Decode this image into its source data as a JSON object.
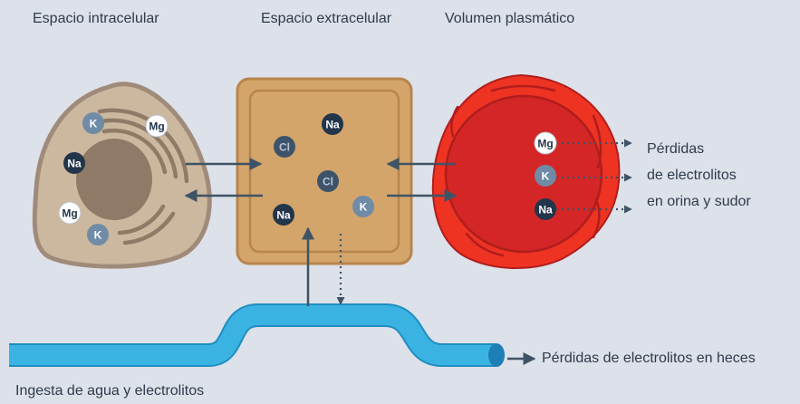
{
  "labels": {
    "intracellular": "Espacio intracelular",
    "extracellular": "Espacio extracelular",
    "plasma": "Volumen plasmático",
    "losses_urine_1": "Pérdidas",
    "losses_urine_2": "de electrolitos",
    "losses_urine_3": "en orina y sudor",
    "losses_feces": "Pérdidas de electrolitos en heces",
    "intake": "Ingesta de agua y electrolitos"
  },
  "ions": {
    "intracellular": [
      "K",
      "Mg",
      "Na",
      "Mg",
      "K"
    ],
    "extracellular": [
      "Na",
      "Cl",
      "Cl",
      "Na",
      "K"
    ],
    "plasma": [
      "Mg",
      "K",
      "Na"
    ]
  },
  "colors": {
    "background": "#dde1e9",
    "cell_fill": "#ccb89e",
    "cell_border": "#a08b7b",
    "nucleus": "#8e7a66",
    "organelle": "#8e7a66",
    "ecs_fill": "#d3a56a",
    "ecs_border": "#b8854d",
    "rbc_outer": "#ee3322",
    "rbc_inner": "#d42626",
    "rbc_stroke": "#b01d1d",
    "intestine": "#3ab3e3",
    "intestine_stroke": "#1f8ec0",
    "intestine_end": "#1d7fb4",
    "arrow": "#3f5366",
    "ion_K": "#6f8ba6",
    "ion_Na": "#22354a",
    "ion_Cl": "#3d5369",
    "ion_Mg": "#ffffff"
  }
}
